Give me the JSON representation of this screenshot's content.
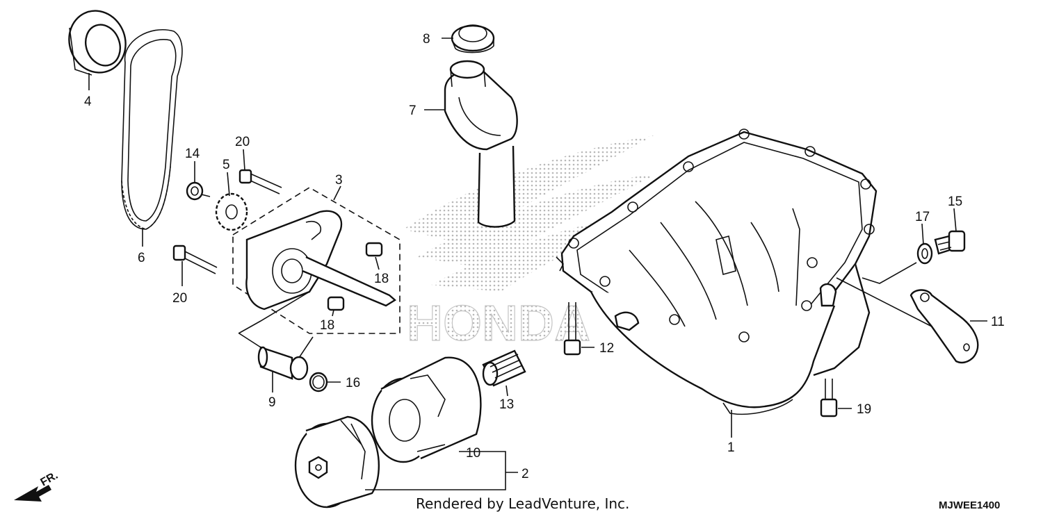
{
  "diagram": {
    "callouts": [
      "1",
      "2",
      "3",
      "4",
      "5",
      "6",
      "7",
      "8",
      "9",
      "10",
      "11",
      "12",
      "13",
      "14",
      "15",
      "16",
      "17",
      "18",
      "18",
      "19",
      "20",
      "20"
    ],
    "watermark_text": "HONDA",
    "footer": "Rendered by LeadVenture, Inc.",
    "diagram_code": "MJWEE1400",
    "direction_label": "FR.",
    "colors": {
      "line": "#111111",
      "watermark": "#bdbdbd",
      "background": "#ffffff"
    }
  }
}
